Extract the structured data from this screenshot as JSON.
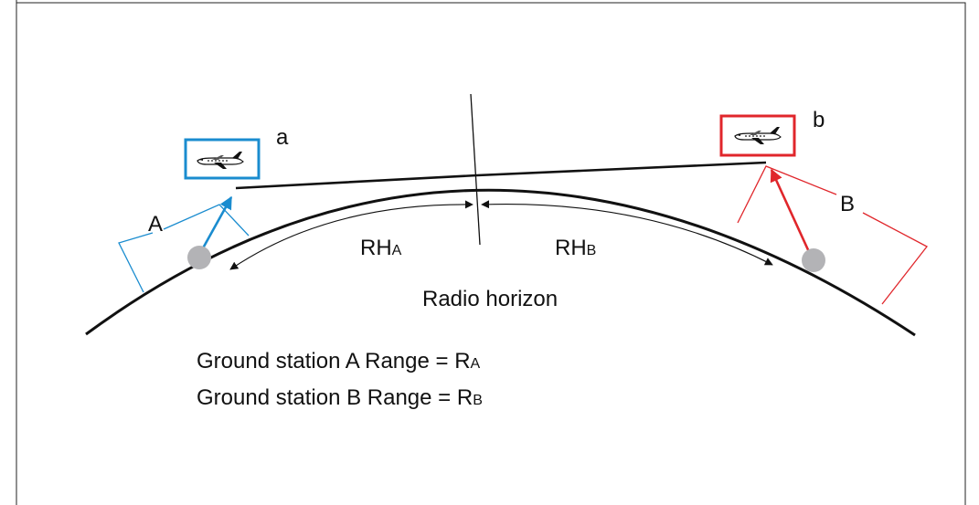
{
  "colors": {
    "station_a": "#1a8ccf",
    "station_b": "#e0262b",
    "earth": "#111111",
    "ground_station": "#b3b3b6"
  },
  "icons": [
    "airplane-icon",
    "ground-station-icon"
  ],
  "labels": {
    "aircraft_a": "a",
    "aircraft_b": "b",
    "range_a": "A",
    "range_b": "B",
    "rh_a_main": "RH",
    "rh_a_sub": "A",
    "rh_b_main": "RH",
    "rh_b_sub": "B",
    "radio_horizon": "Radio horizon"
  },
  "legend": [
    {
      "text": "Ground station A Range = R",
      "sub": "A"
    },
    {
      "text": "Ground station B Range = R",
      "sub": "B"
    }
  ]
}
